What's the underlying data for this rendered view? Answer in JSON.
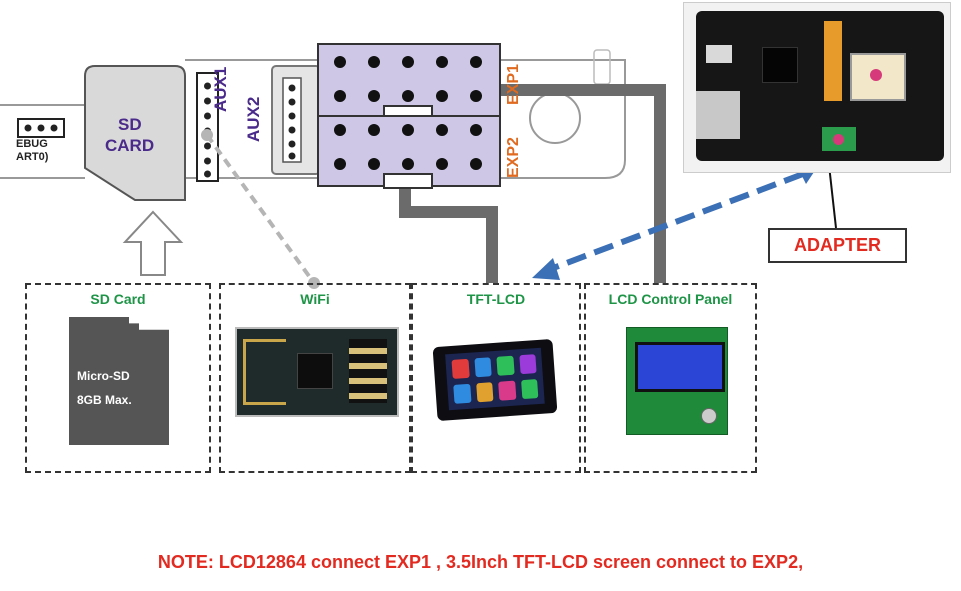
{
  "board": {
    "debug_label_1": "EBUG",
    "debug_label_2": "ART0)",
    "sd_slot_line1": "SD",
    "sd_slot_line2": "CARD",
    "aux1": "AUX1",
    "aux2": "AUX2",
    "exp1": "EXP1",
    "exp2": "EXP2"
  },
  "modules": [
    {
      "title": "SD Card",
      "card_line1": "Micro-SD",
      "card_line2": "8GB Max."
    },
    {
      "title": "WiFi"
    },
    {
      "title": "TFT-LCD"
    },
    {
      "title": "LCD Control Panel"
    }
  ],
  "adapter_label": "ADAPTER",
  "note": "NOTE: LCD12864 connect EXP1 , 3.5Inch TFT-LCD screen connect to EXP2,",
  "colors": {
    "note_red": "#e32a20",
    "module_title_green": "#1e9447",
    "exp_label_orange": "#e06a1f",
    "aux_label_purple": "#4a2a8a",
    "connector_fill": "#cfc7e6",
    "cable_gray": "#6b6b6b",
    "arrow_blue": "#3b6fb6"
  }
}
